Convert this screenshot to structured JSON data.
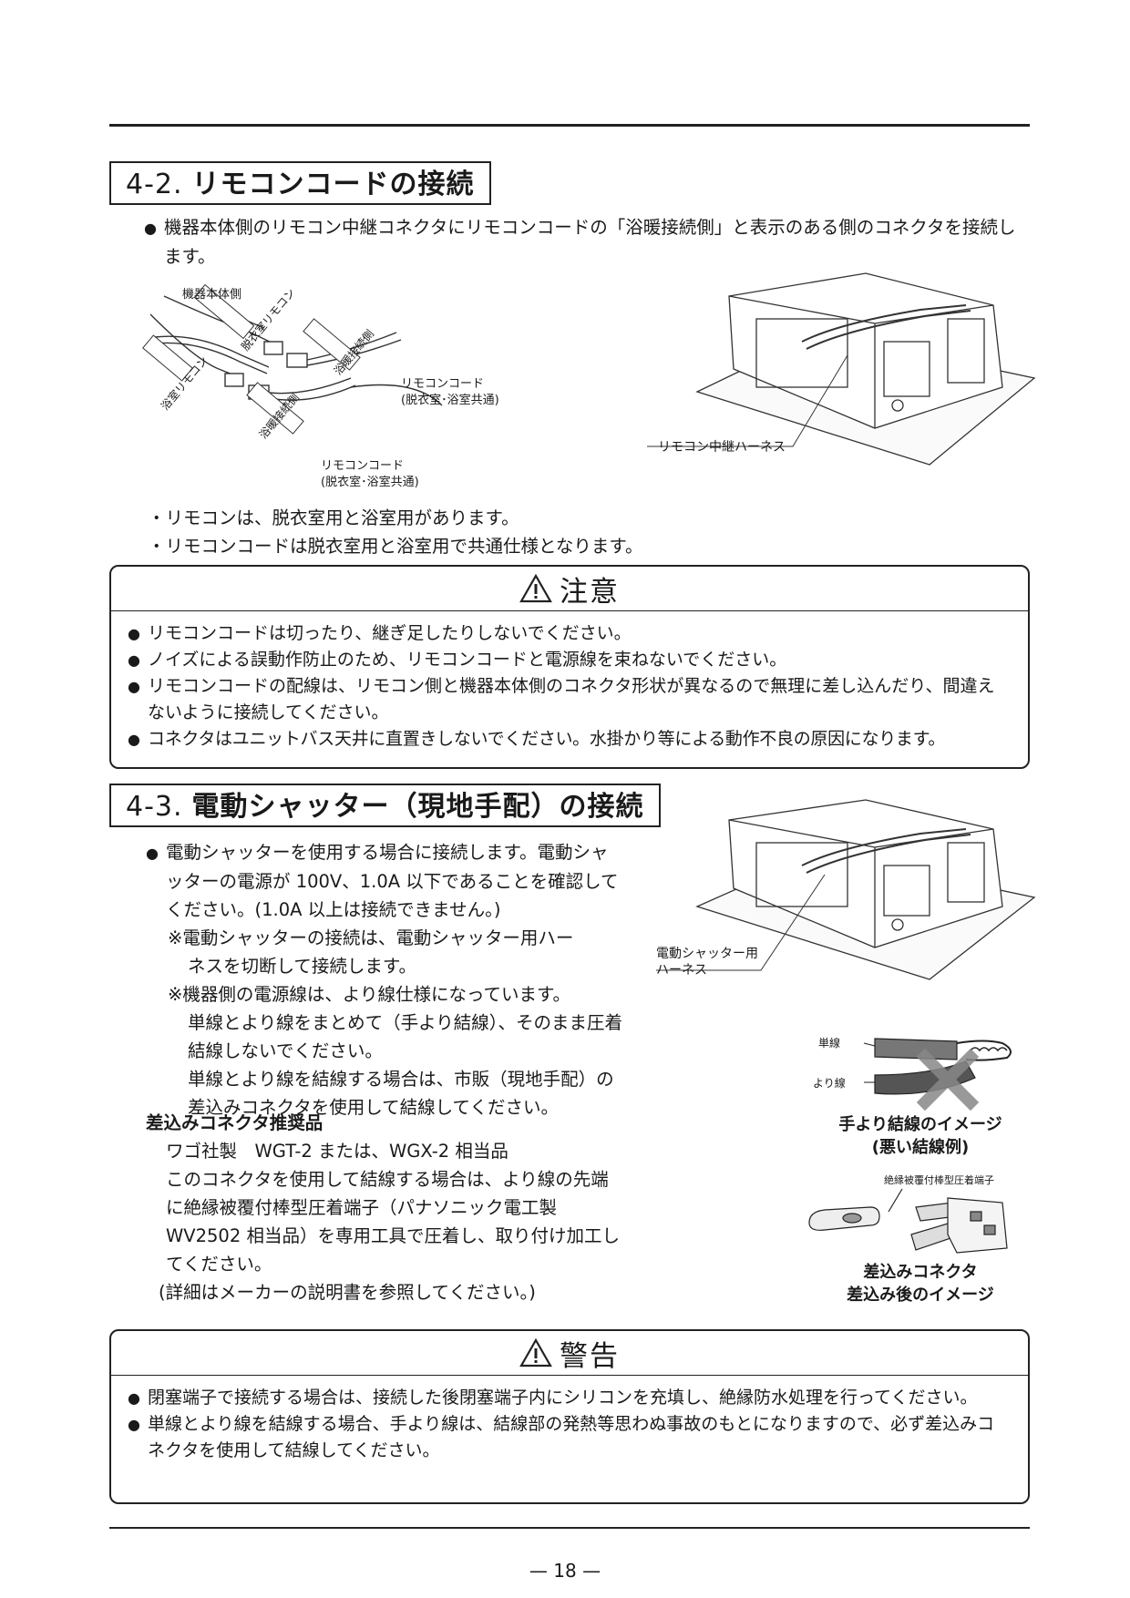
{
  "sec42": {
    "num": "4-2.",
    "title": "リモコンコードの接続",
    "intro": "機器本体側のリモコン中継コネクタにリモコンコードの「浴暖接続側」と表示のある側のコネクタを接続します。",
    "diagram": {
      "body_side": "機器本体側",
      "tag1": "脱衣室リモコン",
      "tag2": "浴暖接続側",
      "tag3": "浴室リモコン",
      "tag4": "浴暖接続側",
      "cord_label": "リモコンコード",
      "cord_sub": "(脱衣室･浴室共通)",
      "cord_label2": "リモコンコード",
      "cord_sub2": "(脱衣室･浴室共通)",
      "harness": "リモコン中継ハーネス"
    },
    "notes": [
      "リモコンは、脱衣室用と浴室用があります。",
      "リモコンコードは脱衣室用と浴室用で共通仕様となります。"
    ]
  },
  "caution": {
    "label": "注意",
    "items": [
      "リモコンコードは切ったり、継ぎ足したりしないでください。",
      "ノイズによる誤動作防止のため、リモコンコードと電源線を束ねないでください。",
      "リモコンコードの配線は、リモコン側と機器本体側のコネクタ形状が異なるので無理に差し込んだり、間違えないように接続してください。",
      "コネクタはユニットバス天井に直置きしないでください。水掛かり等による動作不良の原因になります。"
    ]
  },
  "sec43": {
    "num": "4-3.",
    "title": "電動シャッター（現地手配）の接続",
    "bullet": "電動シャッターを使用する場合に接続します。電動シャッターの電源が 100V、1.0A 以下であることを確認してください。(1.0A 以上は接続できません。)",
    "note1_head": "※電動シャッターの接続は、電動シャッター用ハー",
    "note1_tail": "ネスを切断して接続します。",
    "note2_head": "※機器側の電源線は、より線仕様になっています。",
    "note2_body": "単線とより線をまとめて（手より結線）、そのまま圧着結線しないでください。",
    "note2_body2": "単線とより線を結線する場合は、市販（現地手配）の差込みコネクタを使用して結線してください。",
    "rec_head": "差込みコネクタ推奨品",
    "rec_line1": "ワゴ社製　WGT-2 または、WGX-2 相当品",
    "rec_line2": "このコネクタを使用して結線する場合は、より線の先端に絶縁被覆付棒型圧着端子（パナソニック電工製 WV2502 相当品）を専用工具で圧着し、取り付け加工してください。",
    "rec_line3": "(詳細はメーカーの説明書を参照してください。)",
    "harness_label1": "電動シャッター用",
    "harness_label2": "ハーネス",
    "wire_single": "単線",
    "wire_stranded": "より線",
    "cap1_line1": "手より結線のイメージ",
    "cap1_line2": "(悪い結線例)",
    "terminal_label": "絶縁被覆付棒型圧着端子",
    "cap2_line1": "差込みコネクタ",
    "cap2_line2": "差込み後のイメージ"
  },
  "warning": {
    "label": "警告",
    "items": [
      "閉塞端子で接続する場合は、接続した後閉塞端子内にシリコンを充填し、絶縁防水処理を行ってください。",
      "単線とより線を結線する場合、手より線は、結線部の発熱等思わぬ事故のもとになりますので、必ず差込みコネクタを使用して結線してください。"
    ]
  },
  "footer": {
    "page": "— 18 —"
  }
}
